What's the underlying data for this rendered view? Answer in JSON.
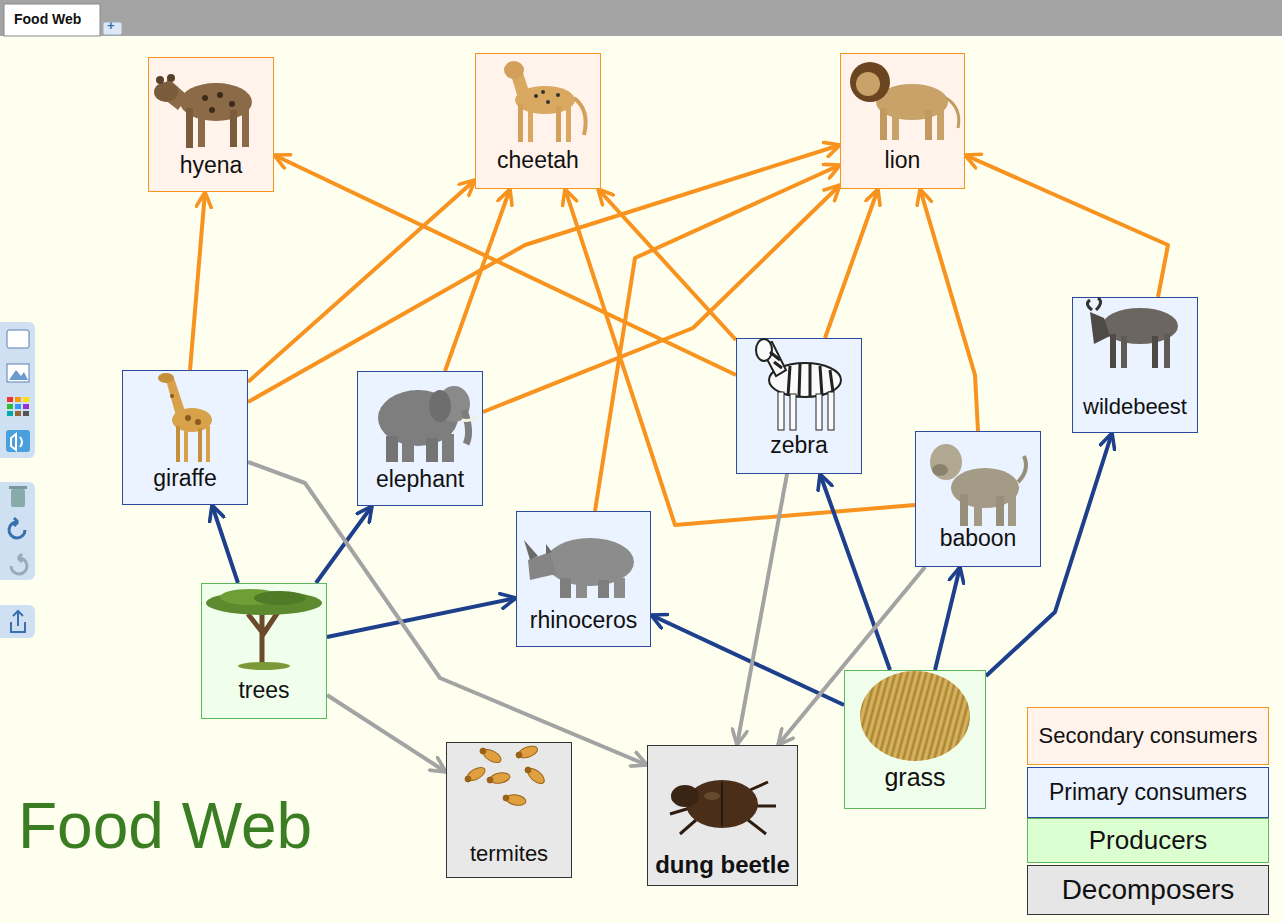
{
  "diagram": {
    "title": "Food Web",
    "nodes": [
      {
        "text": [
          "hyena"
        ]
      },
      {
        "text": [
          "cheetah"
        ]
      },
      {
        "text": [
          "lion"
        ]
      },
      {
        "text": [
          "wildebeest"
        ]
      },
      {
        "text": [
          "zebra"
        ]
      },
      {
        "text": [
          "giraffe"
        ]
      },
      {
        "text": [
          "elephant"
        ]
      },
      {
        "text": [
          "baboon"
        ]
      },
      {
        "text": [
          "rhinoceros"
        ]
      },
      {
        "text": [
          "trees"
        ]
      },
      {
        "text": [
          "grass"
        ]
      },
      {
        "text": [
          "termites"
        ]
      },
      {
        "text": [
          "dung beetle"
        ]
      }
    ],
    "edges": [
      {
        "from": 5,
        "to": 0,
        "arrow": "to"
      },
      {
        "from": 5,
        "to": 1,
        "arrow": "to"
      },
      {
        "from": 5,
        "to": 2,
        "arrow": "to"
      },
      {
        "from": 6,
        "to": 1,
        "arrow": "to"
      },
      {
        "from": 6,
        "to": 2,
        "arrow": "to"
      },
      {
        "from": 4,
        "to": 0,
        "arrow": "to"
      },
      {
        "from": 4,
        "to": 1,
        "arrow": "to"
      },
      {
        "from": 4,
        "to": 2,
        "arrow": "to"
      },
      {
        "from": 8,
        "to": 2,
        "arrow": "to"
      },
      {
        "from": 7,
        "to": 1,
        "arrow": "to"
      },
      {
        "from": 7,
        "to": 2,
        "arrow": "to"
      },
      {
        "from": 3,
        "to": 2,
        "arrow": "to"
      },
      {
        "from": 9,
        "to": 5,
        "arrow": "to"
      },
      {
        "from": 9,
        "to": 6,
        "arrow": "to"
      },
      {
        "from": 9,
        "to": 8,
        "arrow": "to"
      },
      {
        "from": 10,
        "to": 8,
        "arrow": "to"
      },
      {
        "from": 10,
        "to": 4,
        "arrow": "to"
      },
      {
        "from": 10,
        "to": 7,
        "arrow": "to"
      },
      {
        "from": 10,
        "to": 3,
        "arrow": "to"
      },
      {
        "from": 5,
        "to": 12,
        "arrow": "to"
      },
      {
        "from": 9,
        "to": 11,
        "arrow": "to"
      },
      {
        "from": 4,
        "to": 12,
        "arrow": "to"
      },
      {
        "from": 7,
        "to": 12,
        "arrow": "to"
      }
    ],
    "labels": [
      "Food Web",
      "+"
    ],
    "legend": [
      {
        "text": "Secondary consumers",
        "color": "#fff3ec"
      },
      {
        "text": "Primary consumers",
        "color": "#eaf3ff"
      },
      {
        "text": "Producers",
        "color": "#dcffd2"
      },
      {
        "text": "Decomposers",
        "color": "#e6e6e6"
      }
    ]
  }
}
